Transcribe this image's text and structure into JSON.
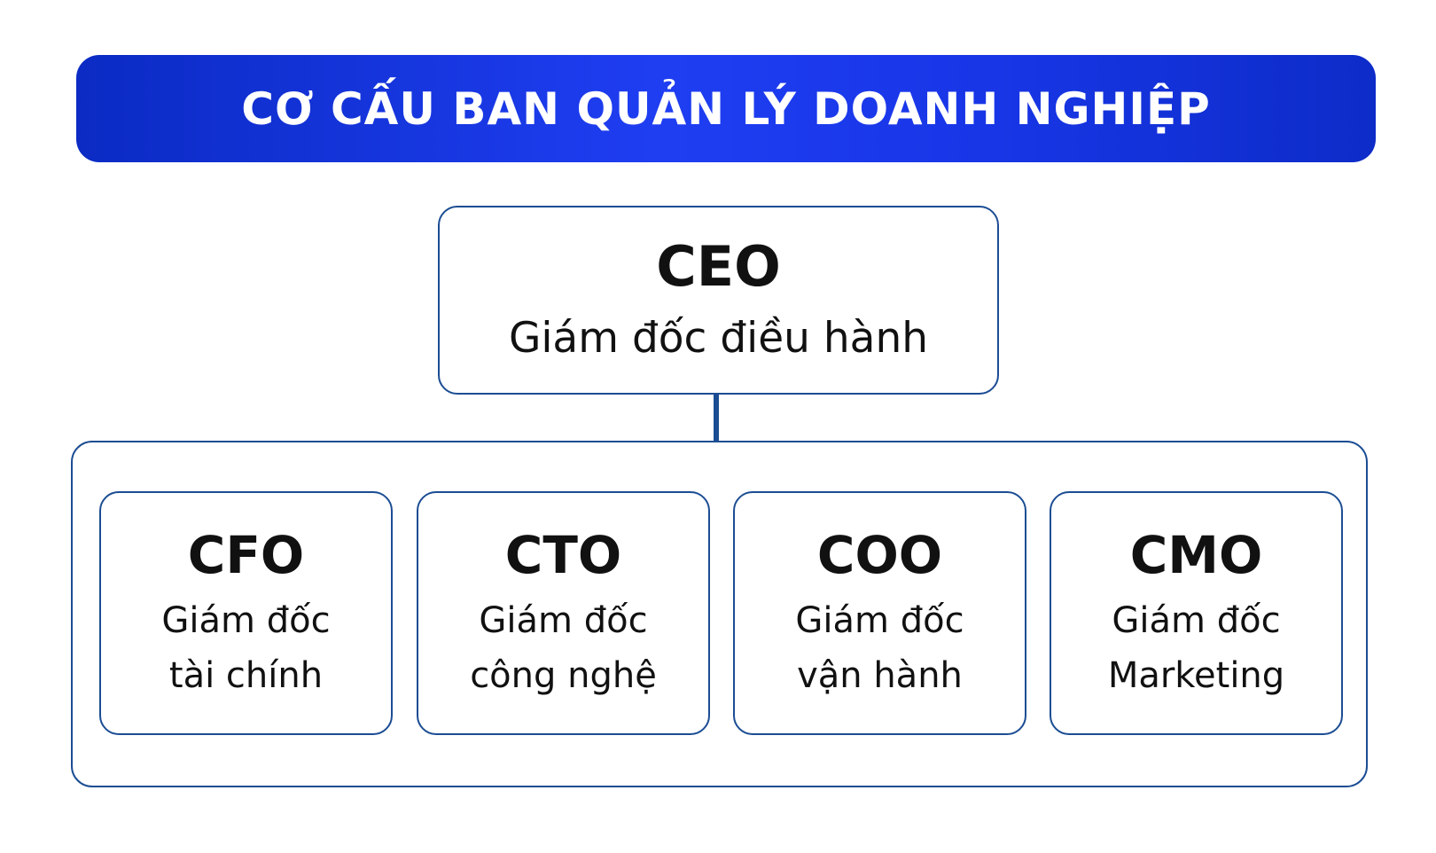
{
  "header": {
    "title": "CƠ CẤU BAN QUẢN LÝ DOANH NGHIỆP"
  },
  "ceo": {
    "code": "CEO",
    "title": "Giám đốc điều hành"
  },
  "executives": [
    {
      "code": "CFO",
      "title_line1": "Giám đốc",
      "title_line2": "tài chính"
    },
    {
      "code": "CTO",
      "title_line1": "Giám đốc",
      "title_line2": "công nghệ"
    },
    {
      "code": "COO",
      "title_line1": "Giám đốc",
      "title_line2": "vận hành"
    },
    {
      "code": "CMO",
      "title_line1": "Giám đốc",
      "title_line2": "Marketing"
    }
  ],
  "colors": {
    "banner_blue": "#1f3ef2",
    "border_navy": "#1b4d93",
    "text": "#111111"
  }
}
